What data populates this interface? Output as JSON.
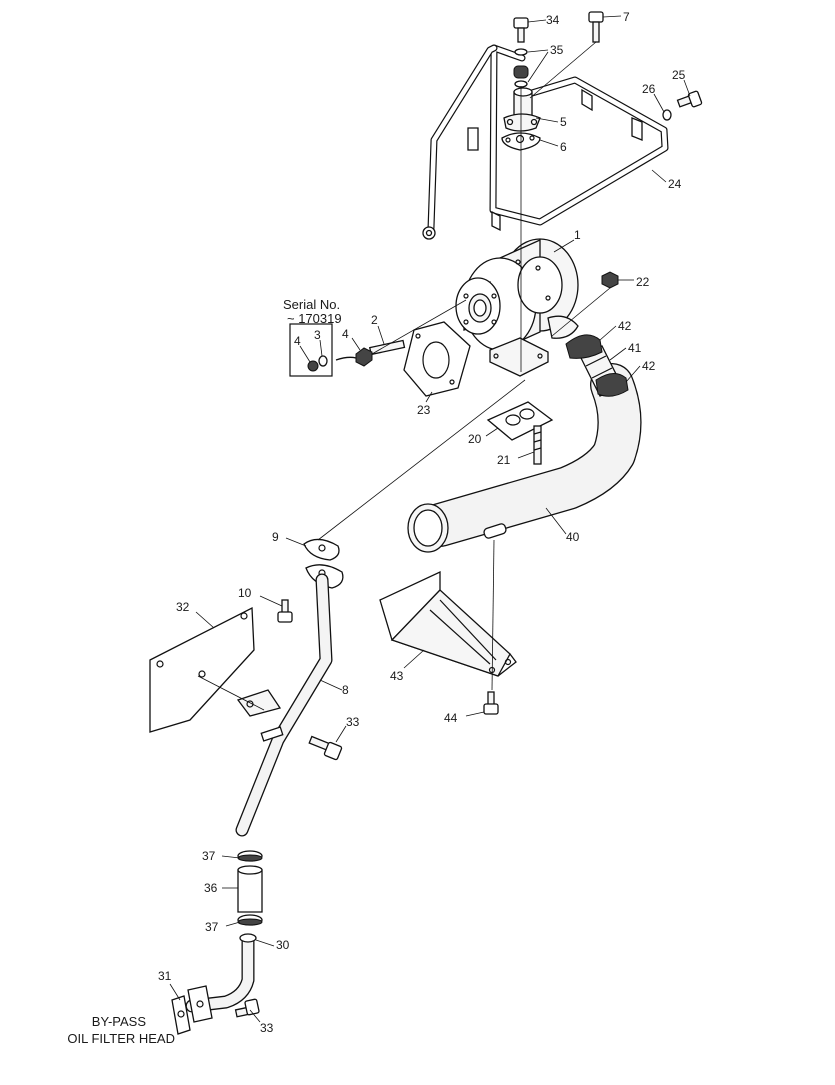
{
  "labels": {
    "n1": "1",
    "n2": "2",
    "n3": "3",
    "n4a": "4",
    "n4b": "4",
    "n5": "5",
    "n6": "6",
    "n7": "7",
    "n8": "8",
    "n9": "9",
    "n10": "10",
    "n20": "20",
    "n21": "21",
    "n22": "22",
    "n23": "23",
    "n24": "24",
    "n25": "25",
    "n26": "26",
    "n30": "30",
    "n31": "31",
    "n32": "32",
    "n33a": "33",
    "n33b": "33",
    "n34": "34",
    "n35": "35",
    "n36": "36",
    "n37a": "37",
    "n37b": "37",
    "n40": "40",
    "n41": "41",
    "n42a": "42",
    "n42b": "42",
    "n43": "43",
    "n44": "44"
  },
  "notes": {
    "serial_line1": "Serial No.",
    "serial_line2": "~ 170319",
    "bypass_line1": "BY-PASS",
    "bypass_line2": "OIL FILTER HEAD"
  }
}
